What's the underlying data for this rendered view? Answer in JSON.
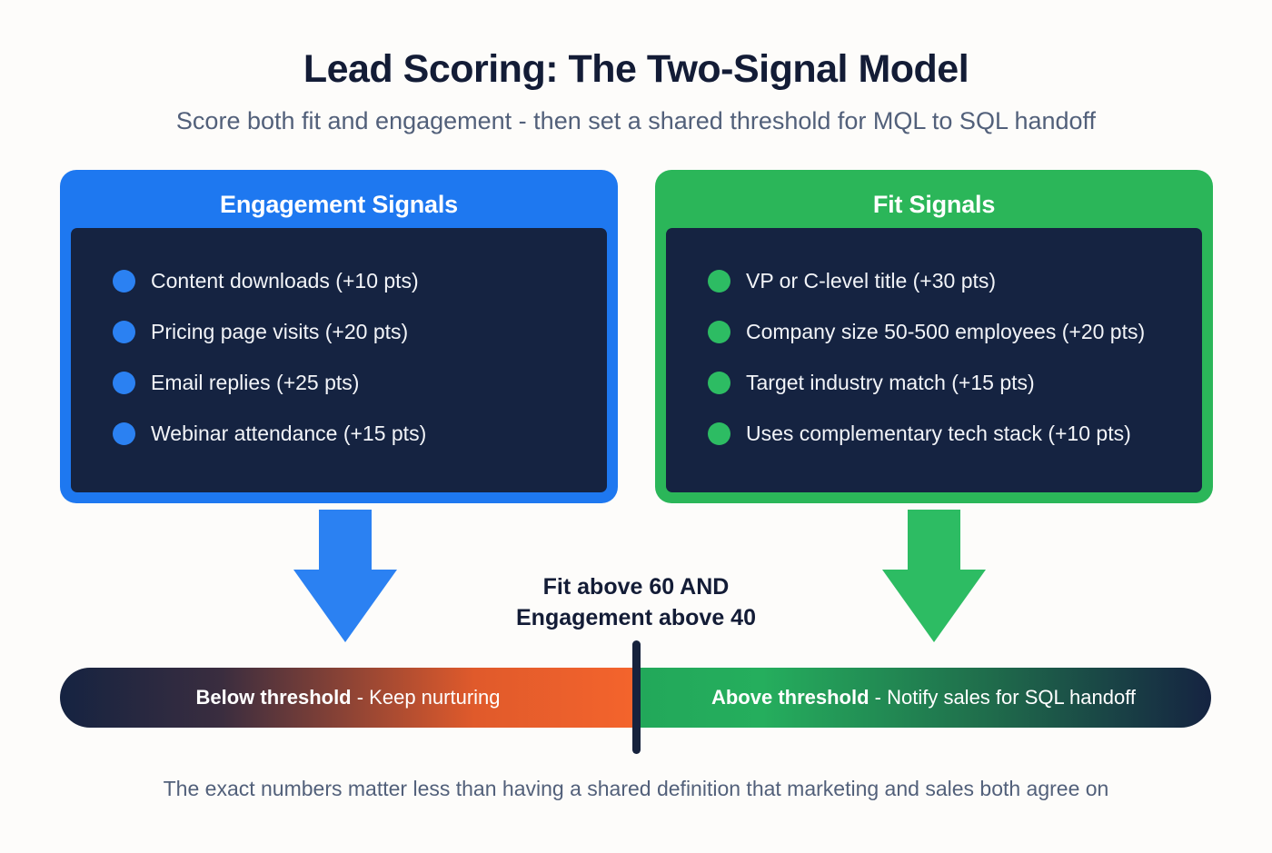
{
  "header": {
    "title": "Lead Scoring: The Two-Signal Model",
    "subtitle": "Score both fit and engagement - then set a shared threshold for MQL to SQL handoff"
  },
  "cards": [
    {
      "key": "engagement",
      "title": "Engagement Signals",
      "accent": "#1E78F0",
      "bullet_color": "#2B81F2",
      "panel_color": "#152341",
      "items": [
        "Content downloads (+10 pts)",
        "Pricing page visits (+20 pts)",
        "Email replies (+25 pts)",
        "Webinar attendance (+15 pts)"
      ]
    },
    {
      "key": "fit",
      "title": "Fit Signals",
      "accent": "#2BB659",
      "bullet_color": "#2DBC63",
      "panel_color": "#152341",
      "items": [
        "VP or C-level title (+30 pts)",
        "Company size 50-500 employees (+20 pts)",
        "Target industry match (+15 pts)",
        "Uses complementary tech stack (+10 pts)"
      ]
    }
  ],
  "threshold": {
    "note_line1": "Fit above 60 AND",
    "note_line2": "Engagement above 40",
    "below": {
      "strong": "Below threshold",
      "rest": " - Keep nurturing"
    },
    "above": {
      "strong": "Above threshold",
      "rest": " - Notify sales for SQL handoff"
    }
  },
  "footer": {
    "note": "The exact numbers matter less than having a shared definition that marketing and sales both agree on"
  }
}
